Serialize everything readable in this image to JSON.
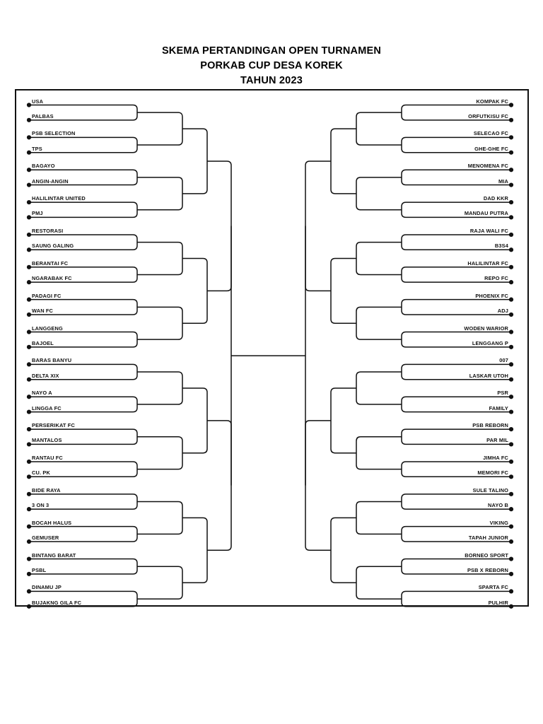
{
  "title": {
    "line1": "SKEMA PERTANDINGAN OPEN TURNAMEN",
    "line2": "PORKAB CUP DESA KOREK",
    "line3": "TAHUN 2023"
  },
  "colors": {
    "line": "#111111",
    "text": "#111111",
    "background": "#ffffff"
  },
  "bracket": {
    "type": "single-elimination",
    "rounds": 6,
    "total_teams": 64,
    "left_teams": [
      "USA",
      "PALBAS",
      "PSB SELECTION",
      "TPS",
      "BAGAYO",
      "ANGIN-ANGIN",
      "HALILINTAR UNITED",
      "PMJ",
      "RESTORASI",
      "SAUNG GALING",
      "BERANTAI FC",
      "NGARABAK FC",
      "PADAGI FC",
      "WAN FC",
      "LANGGENG",
      "BAJOEL",
      "BARAS BANYU",
      "DELTA XIX",
      "NAYO A",
      "LINGGA FC",
      "PERSERIKAT FC",
      "MANTALOS",
      "RANTAU FC",
      "CU. PK",
      "BIDE RAYA",
      "3 ON 3",
      "BOCAH HALUS",
      "GEMUSER",
      "BINTANG BARAT",
      "PSBL",
      "DINAMU JP",
      "BUJAKNG GILA FC"
    ],
    "right_teams": [
      "KOMPAK FC",
      "ORFUTKISU FC",
      "SELECAO FC",
      "GHE-GHE FC",
      "MENOMENA FC",
      "MIA",
      "DAD KKR",
      "MANDAU PUTRA",
      "RAJA WALI FC",
      "B3S4",
      "HALILINTAR FC",
      "REPO FC",
      "PHOENIX FC",
      "ADJ",
      "WODEN WARIOR",
      "LENGGANG P",
      "007",
      "LASKAR UTOH",
      "PSR",
      "FAMILY",
      "PSB REBORN",
      "PAR MIL",
      "JIMHA FC",
      "MEMORI FC",
      "SULE TALINO",
      "NAYO B",
      "VIKING",
      "TAPAH JUNIOR",
      "BORNEO SPORT",
      "PSB X REBORN",
      "SPARTA FC",
      "PULHIR"
    ]
  }
}
